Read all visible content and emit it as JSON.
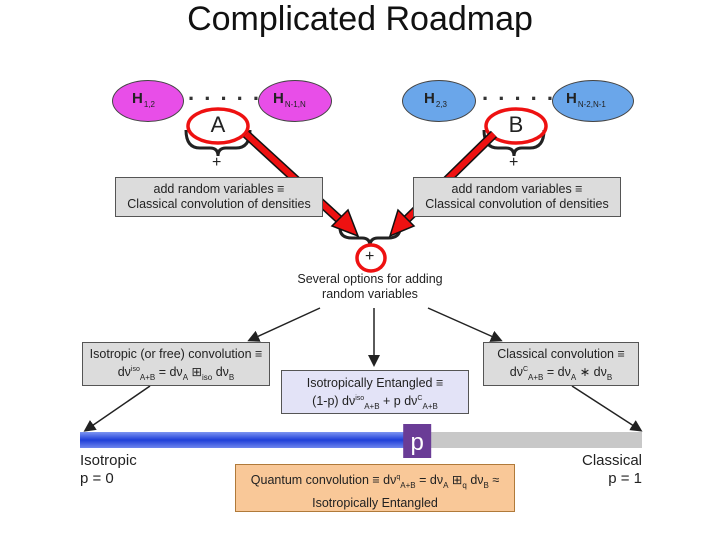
{
  "title": "Complicated Roadmap",
  "top_nodes": [
    {
      "letter": "H",
      "subscript": "1,2"
    },
    {
      "letter": "H",
      "subscript": "N-1,N"
    },
    {
      "letter": "H",
      "subscript": "2,3"
    },
    {
      "letter": "H",
      "subscript": "N-2,N-1"
    }
  ],
  "dots": ". . . . .",
  "labels": {
    "a": "A",
    "b": "B",
    "plus": "+"
  },
  "classical_box": {
    "line1": "add random variables ≡",
    "line2": "Classical convolution of densities"
  },
  "options_text": {
    "line1": "Several options for adding",
    "line2": "random variables"
  },
  "isotropic_box": {
    "line1": "Isotropic (or free) convolution ≡",
    "dv": "dν",
    "iso": "iso",
    "apb": "A+B",
    "eq": "= dν",
    "a": "A",
    "op": "⊞",
    "iso_small": "iso",
    "dv2": "dν",
    "b": "B"
  },
  "entangled_box": {
    "line1": "Isotropically Entangled ≡",
    "pre": "(1-p) dν",
    "apb": "A+B",
    "iso": "iso",
    "mid": " + p dν",
    "c": "C"
  },
  "classical_conv_box": {
    "line1": "Classical convolution ≡",
    "dv": "dν",
    "c": "C",
    "apb": "A+B",
    "eq": "= dν",
    "a": "A",
    "op": "∗",
    "dv2": "dν",
    "b": "B"
  },
  "slider": {
    "marker": "p",
    "value": 0.6,
    "blue": "#1f3fd8",
    "gray": "#c8c8c8",
    "marker_color": "#6a3c96"
  },
  "left_end": {
    "line1": "Isotropic",
    "line2": "p = 0"
  },
  "right_end": {
    "line1": "Classical",
    "line2": "p = 1"
  },
  "quantum_box": {
    "pre": "Quantum convolution ≡ dν",
    "q": "q",
    "apb": "A+B",
    "eq": "= dν",
    "a": "A",
    "op": "⊞",
    "q2": "q",
    "dv2": "dν",
    "b": "B",
    "approx": " ≈",
    "line2": "Isotropically Entangled"
  },
  "colors": {
    "magenta": "#e84ee8",
    "blue": "#6aa6ea",
    "red": "#ee1111"
  }
}
